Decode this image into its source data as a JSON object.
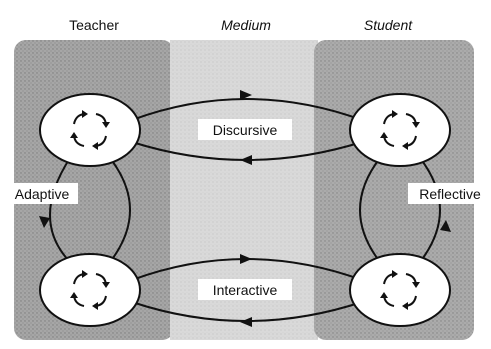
{
  "columns": {
    "teacher": "Teacher",
    "medium": "Medium",
    "student": "Student"
  },
  "arcs": {
    "top": "Discursive",
    "bottom": "Interactive",
    "left": "Adaptive",
    "right": "Reflective"
  },
  "colors": {
    "teacher_panel": "#9e9e9e",
    "medium_panel": "#d6d6d6",
    "student_panel": "#a8a8a8",
    "node_fill": "#ffffff",
    "stroke": "#111111"
  }
}
